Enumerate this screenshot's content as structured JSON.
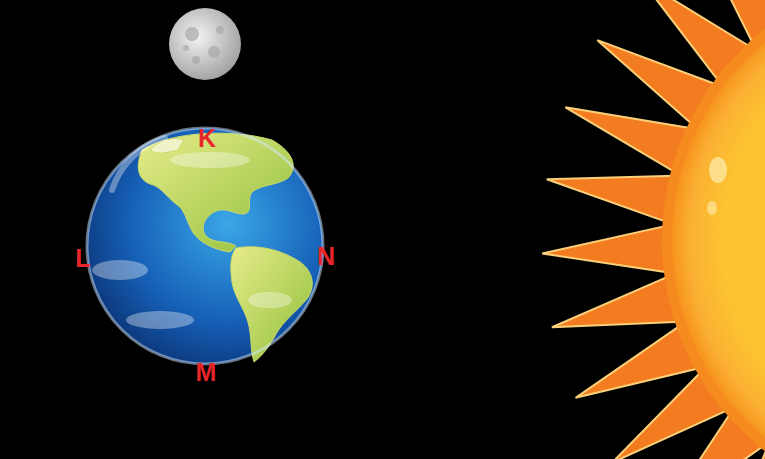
{
  "diagram": {
    "labels": [
      "K",
      "L",
      "N",
      "M"
    ]
  }
}
